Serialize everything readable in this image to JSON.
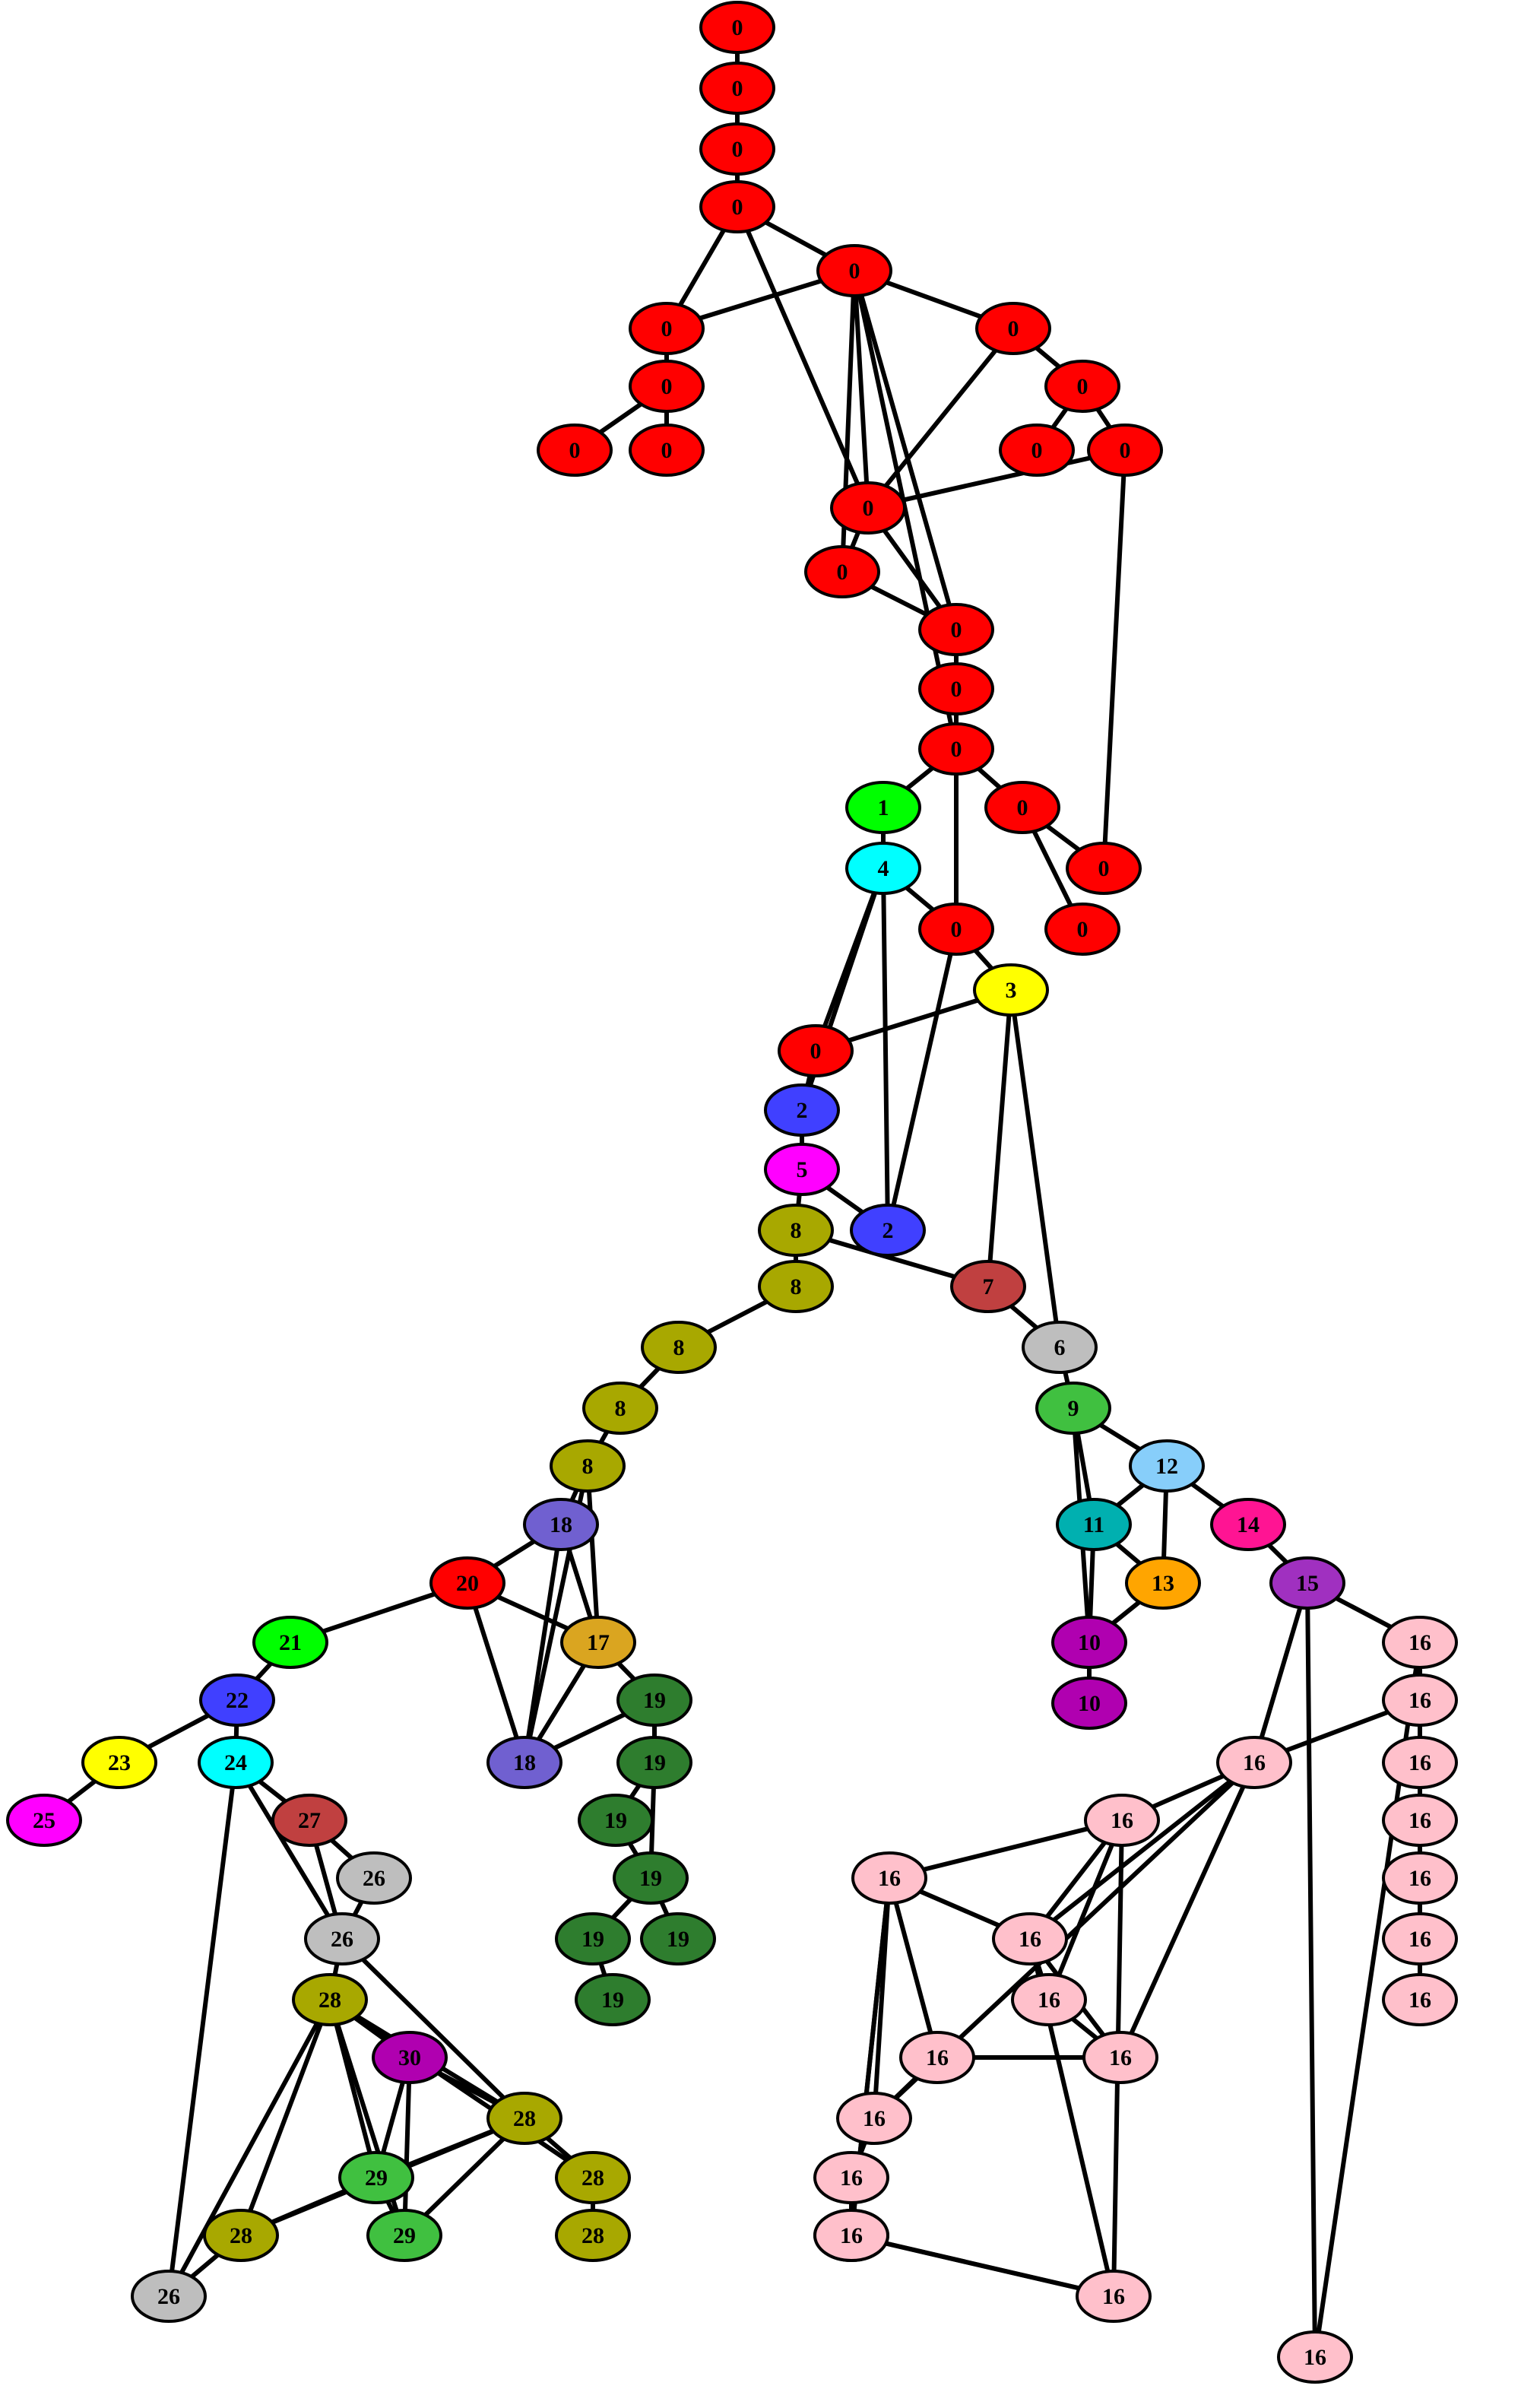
{
  "graph": {
    "colors": {
      "0": "#ff0000",
      "1": "#00ff00",
      "2": "#4040ff",
      "3": "#ffff00",
      "4": "#00ffff",
      "5": "#ff00ff",
      "6": "#bebebe",
      "7": "#c04040",
      "8": "#a8a800",
      "9": "#40c040",
      "10": "#b000b0",
      "11": "#00b0b0",
      "12": "#87cefa",
      "13": "#ffa500",
      "14": "#ff1493",
      "15": "#a030c0",
      "16": "#ffc0cb",
      "17": "#daa520",
      "18": "#7060d0",
      "19": "#2e7d2e",
      "20": "#ff0000",
      "21": "#00ff00",
      "22": "#4040ff",
      "23": "#ffff00",
      "24": "#00ffff",
      "25": "#ff00ff",
      "26": "#bebebe",
      "27": "#c04040",
      "28": "#a8a800",
      "29": "#40c040",
      "30": "#b000b0"
    },
    "nodes": [
      {
        "id": "r1",
        "label": "0"
      },
      {
        "id": "r2",
        "label": "0"
      },
      {
        "id": "r3",
        "label": "0"
      },
      {
        "id": "r4",
        "label": "0"
      },
      {
        "id": "r5",
        "label": "0"
      },
      {
        "id": "r6",
        "label": "0"
      },
      {
        "id": "r7",
        "label": "0"
      },
      {
        "id": "r8",
        "label": "0"
      },
      {
        "id": "r9",
        "label": "0"
      },
      {
        "id": "r10",
        "label": "0"
      },
      {
        "id": "r11",
        "label": "0"
      },
      {
        "id": "r12",
        "label": "0"
      },
      {
        "id": "r13",
        "label": "0"
      },
      {
        "id": "r14",
        "label": "0"
      },
      {
        "id": "r15",
        "label": "0"
      },
      {
        "id": "r16",
        "label": "0"
      },
      {
        "id": "r17",
        "label": "0"
      },
      {
        "id": "r18",
        "label": "0"
      },
      {
        "id": "r19",
        "label": "0"
      },
      {
        "id": "r20",
        "label": "0"
      },
      {
        "id": "r21",
        "label": "0"
      },
      {
        "id": "r22",
        "label": "0"
      },
      {
        "id": "r23",
        "label": "0"
      },
      {
        "id": "r24",
        "label": "0"
      },
      {
        "id": "n1",
        "label": "1"
      },
      {
        "id": "n4",
        "label": "4"
      },
      {
        "id": "n3",
        "label": "3"
      },
      {
        "id": "n2a",
        "label": "2"
      },
      {
        "id": "n5",
        "label": "5"
      },
      {
        "id": "n2b",
        "label": "2"
      },
      {
        "id": "n8a",
        "label": "8"
      },
      {
        "id": "n8b",
        "label": "8"
      },
      {
        "id": "n7",
        "label": "7"
      },
      {
        "id": "n6",
        "label": "6"
      },
      {
        "id": "n8c",
        "label": "8"
      },
      {
        "id": "n8d",
        "label": "8"
      },
      {
        "id": "n8e",
        "label": "8"
      },
      {
        "id": "n9",
        "label": "9"
      },
      {
        "id": "n12",
        "label": "12"
      },
      {
        "id": "n11",
        "label": "11"
      },
      {
        "id": "n14",
        "label": "14"
      },
      {
        "id": "n13",
        "label": "13"
      },
      {
        "id": "n15",
        "label": "15"
      },
      {
        "id": "n10a",
        "label": "10"
      },
      {
        "id": "n10b",
        "label": "10"
      },
      {
        "id": "n18a",
        "label": "18"
      },
      {
        "id": "n20",
        "label": "20"
      },
      {
        "id": "n17",
        "label": "17"
      },
      {
        "id": "n21",
        "label": "21"
      },
      {
        "id": "n19a",
        "label": "19"
      },
      {
        "id": "n18b",
        "label": "18"
      },
      {
        "id": "n22",
        "label": "22"
      },
      {
        "id": "n19b",
        "label": "19"
      },
      {
        "id": "n23",
        "label": "23"
      },
      {
        "id": "n24",
        "label": "24"
      },
      {
        "id": "n19c",
        "label": "19"
      },
      {
        "id": "n25",
        "label": "25"
      },
      {
        "id": "n27",
        "label": "27"
      },
      {
        "id": "n19d",
        "label": "19"
      },
      {
        "id": "n26a",
        "label": "26"
      },
      {
        "id": "n26b",
        "label": "26"
      },
      {
        "id": "n19e",
        "label": "19"
      },
      {
        "id": "n19f",
        "label": "19"
      },
      {
        "id": "n19g",
        "label": "19"
      },
      {
        "id": "n28a",
        "label": "28"
      },
      {
        "id": "n30",
        "label": "30"
      },
      {
        "id": "n28b",
        "label": "28"
      },
      {
        "id": "n29a",
        "label": "29"
      },
      {
        "id": "n28c",
        "label": "28"
      },
      {
        "id": "n29b",
        "label": "29"
      },
      {
        "id": "n28d",
        "label": "28"
      },
      {
        "id": "n28e",
        "label": "28"
      },
      {
        "id": "n26c",
        "label": "26"
      },
      {
        "id": "p1",
        "label": "16"
      },
      {
        "id": "p2",
        "label": "16"
      },
      {
        "id": "p3",
        "label": "16"
      },
      {
        "id": "p4",
        "label": "16"
      },
      {
        "id": "p5",
        "label": "16"
      },
      {
        "id": "p6",
        "label": "16"
      },
      {
        "id": "p7",
        "label": "16"
      },
      {
        "id": "p8",
        "label": "16"
      },
      {
        "id": "p9",
        "label": "16"
      },
      {
        "id": "p10",
        "label": "16"
      },
      {
        "id": "p11",
        "label": "16"
      },
      {
        "id": "p12",
        "label": "16"
      },
      {
        "id": "p13",
        "label": "16"
      },
      {
        "id": "p14",
        "label": "16"
      },
      {
        "id": "p15",
        "label": "16"
      },
      {
        "id": "p16",
        "label": "16"
      },
      {
        "id": "p17",
        "label": "16"
      },
      {
        "id": "p18",
        "label": "16"
      },
      {
        "id": "p19",
        "label": "16"
      },
      {
        "id": "p20",
        "label": "16"
      }
    ],
    "edges": [
      [
        "r1",
        "r2"
      ],
      [
        "r2",
        "r3"
      ],
      [
        "r3",
        "r4"
      ],
      [
        "r4",
        "r5"
      ],
      [
        "r4",
        "r6"
      ],
      [
        "r4",
        "r11"
      ],
      [
        "r5",
        "r6"
      ],
      [
        "r5",
        "r11"
      ],
      [
        "r5",
        "r12"
      ],
      [
        "r5",
        "r13"
      ],
      [
        "r5",
        "r15"
      ],
      [
        "r5",
        "r7"
      ],
      [
        "r6",
        "r8"
      ],
      [
        "r6",
        "r10"
      ],
      [
        "r8",
        "r9"
      ],
      [
        "r8",
        "r10"
      ],
      [
        "r7",
        "r11"
      ],
      [
        "r7",
        "r16"
      ],
      [
        "r16",
        "r17"
      ],
      [
        "r16",
        "r18"
      ],
      [
        "r18",
        "r11"
      ],
      [
        "r18",
        "r21"
      ],
      [
        "r11",
        "r12"
      ],
      [
        "r11",
        "r13"
      ],
      [
        "r12",
        "r13"
      ],
      [
        "r13",
        "r14"
      ],
      [
        "r14",
        "r15"
      ],
      [
        "r15",
        "n1"
      ],
      [
        "r15",
        "r19"
      ],
      [
        "r15",
        "r20"
      ],
      [
        "r19",
        "r21"
      ],
      [
        "r19",
        "r22"
      ],
      [
        "n1",
        "n4"
      ],
      [
        "n4",
        "r20"
      ],
      [
        "n4",
        "r23"
      ],
      [
        "n4",
        "n2a"
      ],
      [
        "n4",
        "n2b"
      ],
      [
        "r20",
        "n3"
      ],
      [
        "r20",
        "n2b"
      ],
      [
        "n3",
        "r23"
      ],
      [
        "n3",
        "n7"
      ],
      [
        "n3",
        "n6"
      ],
      [
        "r23",
        "n2a"
      ],
      [
        "n2a",
        "n5"
      ],
      [
        "n5",
        "n2b"
      ],
      [
        "n5",
        "n8a"
      ],
      [
        "n8a",
        "n8b"
      ],
      [
        "n8a",
        "n7"
      ],
      [
        "n7",
        "n6"
      ],
      [
        "n8b",
        "n8c"
      ],
      [
        "n8c",
        "n8d"
      ],
      [
        "n8d",
        "n8e"
      ],
      [
        "n6",
        "n9"
      ],
      [
        "n9",
        "n11"
      ],
      [
        "n9",
        "n12"
      ],
      [
        "n9",
        "n10a"
      ],
      [
        "n12",
        "n11"
      ],
      [
        "n12",
        "n13"
      ],
      [
        "n12",
        "n14"
      ],
      [
        "n11",
        "n13"
      ],
      [
        "n11",
        "n10a"
      ],
      [
        "n13",
        "n10a"
      ],
      [
        "n10a",
        "n10b"
      ],
      [
        "n14",
        "n15"
      ],
      [
        "n15",
        "p1"
      ],
      [
        "n15",
        "p3"
      ],
      [
        "n15",
        "p20"
      ],
      [
        "p1",
        "p2"
      ],
      [
        "p1",
        "p20"
      ],
      [
        "p2",
        "p3"
      ],
      [
        "p2",
        "p4"
      ],
      [
        "p4",
        "p5"
      ],
      [
        "p5",
        "p6"
      ],
      [
        "p6",
        "p7"
      ],
      [
        "p7",
        "p8"
      ],
      [
        "p3",
        "p9"
      ],
      [
        "p3",
        "p11"
      ],
      [
        "p3",
        "p13"
      ],
      [
        "p3",
        "p15"
      ],
      [
        "p9",
        "p10"
      ],
      [
        "p9",
        "p11"
      ],
      [
        "p9",
        "p12"
      ],
      [
        "p9",
        "p19"
      ],
      [
        "p10",
        "p11"
      ],
      [
        "p10",
        "p14"
      ],
      [
        "p10",
        "p15"
      ],
      [
        "p10",
        "p17"
      ],
      [
        "p10",
        "p18"
      ],
      [
        "p11",
        "p12"
      ],
      [
        "p11",
        "p13"
      ],
      [
        "p11",
        "p19"
      ],
      [
        "p12",
        "p13"
      ],
      [
        "p13",
        "p14"
      ],
      [
        "p14",
        "p15"
      ],
      [
        "p15",
        "p16"
      ],
      [
        "p16",
        "p17"
      ],
      [
        "p17",
        "p18"
      ],
      [
        "p17",
        "p19"
      ],
      [
        "p18",
        "p19"
      ],
      [
        "n8e",
        "n18a"
      ],
      [
        "n8e",
        "n17"
      ],
      [
        "n8e",
        "n18b"
      ],
      [
        "n18a",
        "n20"
      ],
      [
        "n18a",
        "n17"
      ],
      [
        "n18a",
        "n18b"
      ],
      [
        "n20",
        "n17"
      ],
      [
        "n20",
        "n18b"
      ],
      [
        "n20",
        "n21"
      ],
      [
        "n17",
        "n18b"
      ],
      [
        "n17",
        "n19a"
      ],
      [
        "n19a",
        "n19b"
      ],
      [
        "n19a",
        "n18b"
      ],
      [
        "n19b",
        "n19c"
      ],
      [
        "n19b",
        "n19d"
      ],
      [
        "n19c",
        "n19d"
      ],
      [
        "n19d",
        "n19e"
      ],
      [
        "n19d",
        "n19f"
      ],
      [
        "n19e",
        "n19g"
      ],
      [
        "n21",
        "n22"
      ],
      [
        "n22",
        "n23"
      ],
      [
        "n22",
        "n24"
      ],
      [
        "n23",
        "n25"
      ],
      [
        "n24",
        "n27"
      ],
      [
        "n24",
        "n26b"
      ],
      [
        "n24",
        "n26c"
      ],
      [
        "n27",
        "n26a"
      ],
      [
        "n27",
        "n26b"
      ],
      [
        "n26a",
        "n26b"
      ],
      [
        "n26b",
        "n28a"
      ],
      [
        "n26b",
        "n28b"
      ],
      [
        "n28a",
        "n30"
      ],
      [
        "n28a",
        "n28b"
      ],
      [
        "n28a",
        "n29a"
      ],
      [
        "n28a",
        "n29b"
      ],
      [
        "n28a",
        "n28c"
      ],
      [
        "n28a",
        "n28d"
      ],
      [
        "n28a",
        "n26c"
      ],
      [
        "n30",
        "n28b"
      ],
      [
        "n30",
        "n29a"
      ],
      [
        "n30",
        "n29b"
      ],
      [
        "n28b",
        "n29a"
      ],
      [
        "n28b",
        "n29b"
      ],
      [
        "n28b",
        "n28c"
      ],
      [
        "n28b",
        "n28d"
      ],
      [
        "n29a",
        "n29b"
      ],
      [
        "n29a",
        "n28c"
      ],
      [
        "n28d",
        "n28e"
      ],
      [
        "n28c",
        "n26c"
      ]
    ]
  }
}
